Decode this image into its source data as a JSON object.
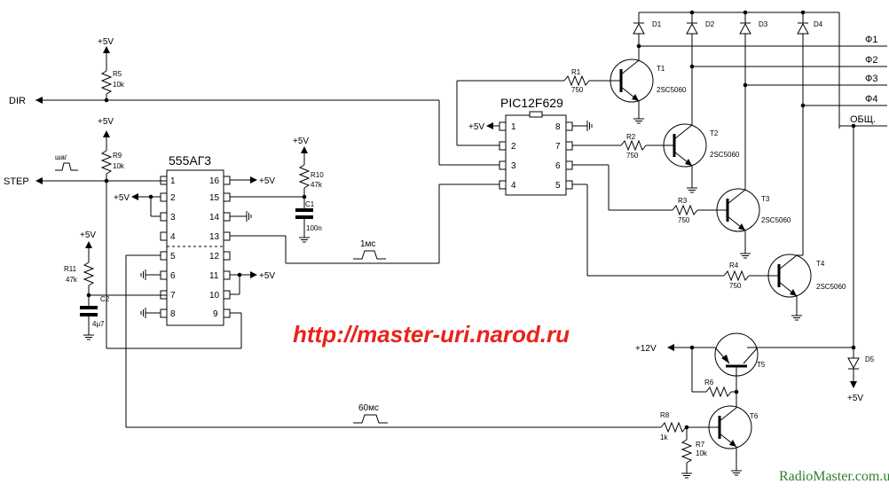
{
  "watermark": {
    "url": "http://master-uri.narod.ru",
    "brand": "RadioMaster.com.ua"
  },
  "ics": {
    "u555": {
      "name": "555АГ3",
      "pins_left": [
        "1",
        "2",
        "3",
        "4",
        "5",
        "6",
        "7",
        "8"
      ],
      "pins_right": [
        "16",
        "15",
        "14",
        "13",
        "12",
        "11",
        "10",
        "9"
      ]
    },
    "pic": {
      "name": "PIC12F629",
      "pins_left": [
        "1",
        "2",
        "3",
        "4"
      ],
      "pins_right": [
        "8",
        "7",
        "6",
        "5"
      ]
    }
  },
  "signals": {
    "dir": "DIR",
    "step": "STEP",
    "step_note": "шаг",
    "pulse_1ms": "1мс",
    "pulse_60ms": "60мс"
  },
  "power": {
    "p5": "+5V",
    "p12": "+12V"
  },
  "outputs": [
    "Ф1",
    "Ф2",
    "Ф3",
    "Ф4",
    "ОБЩ."
  ],
  "resistors": {
    "R5": {
      "name": "R5",
      "value": "10k"
    },
    "R9": {
      "name": "R9",
      "value": "10k"
    },
    "R10": {
      "name": "R10",
      "value": "47k"
    },
    "R11": {
      "name": "R11",
      "value": "47k"
    },
    "R1": {
      "name": "R1",
      "value": "750"
    },
    "R2": {
      "name": "R2",
      "value": "750"
    },
    "R3": {
      "name": "R3",
      "value": "750"
    },
    "R4": {
      "name": "R4",
      "value": "750"
    },
    "R6": {
      "name": "R6",
      "value": ""
    },
    "R7": {
      "name": "R7",
      "value": "10k"
    },
    "R8": {
      "name": "R8",
      "value": "1k"
    }
  },
  "capacitors": {
    "C1": {
      "name": "C1",
      "value": "100n"
    },
    "C2": {
      "name": "C2",
      "value": "4μ7"
    }
  },
  "transistors": {
    "T1": {
      "name": "T1",
      "type": "2SC5060"
    },
    "T2": {
      "name": "T2",
      "type": "2SC5060"
    },
    "T3": {
      "name": "T3",
      "type": "2SC5060"
    },
    "T4": {
      "name": "T4",
      "type": "2SC5060"
    },
    "T5": {
      "name": "T5",
      "type": ""
    },
    "T6": {
      "name": "T6",
      "type": ""
    }
  },
  "diodes": [
    "D1",
    "D2",
    "D3",
    "D4",
    "D5"
  ]
}
